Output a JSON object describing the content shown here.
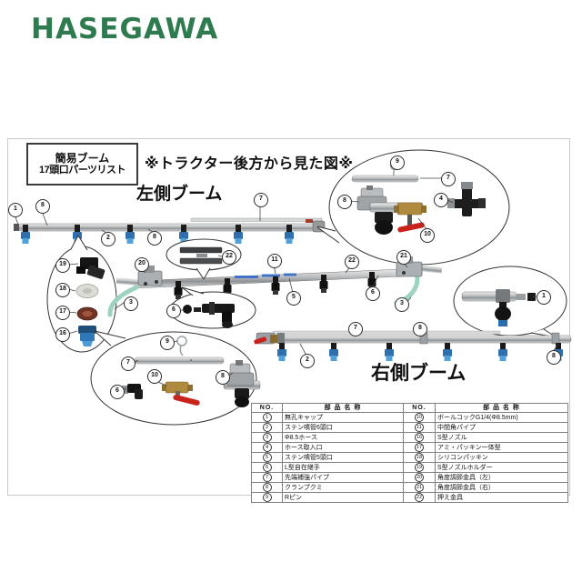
{
  "brand": {
    "logo_text": "HASEGAWA",
    "logo_color": "#2e7b4f"
  },
  "diagram": {
    "title_box": {
      "line1": "簡易ブーム",
      "line2": "17頭口パーツリスト"
    },
    "view_note": "※トラクター後方から見た図※",
    "left_boom_label": "左側ブーム",
    "right_boom_label": "右側ブーム",
    "callouts": [
      "1",
      "8",
      "2",
      "8",
      "7",
      "9",
      "7",
      "8",
      "4",
      "10",
      "19",
      "18",
      "17",
      "16",
      "20",
      "22",
      "11",
      "22",
      "21",
      "3",
      "6",
      "5",
      "6",
      "3",
      "9",
      "7",
      "10",
      "6",
      "8",
      "1",
      "7",
      "8",
      "2",
      "8"
    ],
    "colors": {
      "nozzle_blue": "#2f6fae",
      "hose_green": "#9cd2c0",
      "valve_brass": "#b08a3e",
      "handle_red": "#c8231d"
    }
  },
  "parts_table": {
    "headers": [
      "NO.",
      "部 品 名 称",
      "NO.",
      "部 品 名 称"
    ],
    "rows": [
      {
        "no1": "1",
        "name1": "無孔キャップ",
        "no2": "10",
        "name2": "ボールコックG1/4(Φ8.5mm)"
      },
      {
        "no1": "2",
        "name1": "ステン噴管6頭口",
        "no2": "11",
        "name2": "中間角パイプ"
      },
      {
        "no1": "3",
        "name1": "Φ8.5ホース",
        "no2": "16",
        "name2": "S型ノズル"
      },
      {
        "no1": "4",
        "name1": "ホース取入口",
        "no2": "17",
        "name2": "アミ・パッキン一体型"
      },
      {
        "no1": "5",
        "name1": "ステン噴管5頭口",
        "no2": "18",
        "name2": "シリコンパッキン"
      },
      {
        "no1": "6",
        "name1": "L型自在継手",
        "no2": "19",
        "name2": "S型ノズルホルダー"
      },
      {
        "no1": "7",
        "name1": "先端補強パイプ",
        "no2": "20",
        "name2": "角度調節金具（左）"
      },
      {
        "no1": "8",
        "name1": "クランプクミ",
        "no2": "21",
        "name2": "角度調節金具（右）"
      },
      {
        "no1": "9",
        "name1": "Rピン",
        "no2": "22",
        "name2": "押え金具"
      }
    ]
  }
}
